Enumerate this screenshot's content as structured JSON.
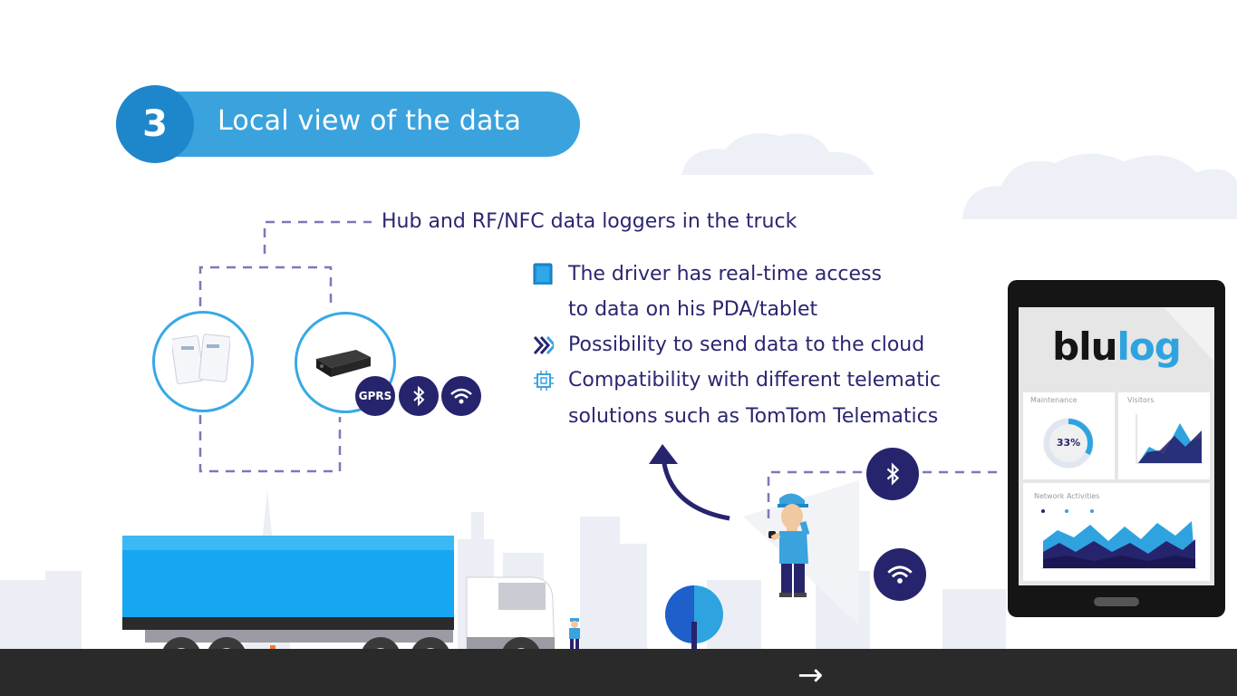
{
  "header": {
    "step_number": "3",
    "title": "Local view of the data"
  },
  "hub_caption": "Hub and RF/NFC data loggers in the truck",
  "features": [
    {
      "icon": "tablet-icon",
      "line1": "The driver has real-time access",
      "line2": "to data on his PDA/tablet"
    },
    {
      "icon": "chevron-right-icon",
      "line1": "Possibility to send data to the cloud"
    },
    {
      "icon": "chip-icon",
      "line1": "Compatibility with different telematic",
      "line2": "solutions such as TomTom Telematics"
    }
  ],
  "badges": {
    "gprs": "GPRS"
  },
  "tablet": {
    "logo_blu": "blu",
    "logo_log": "log",
    "maintenance_title": "Maintenance",
    "maintenance_value": "33%",
    "maintenance_fraction": 0.33,
    "visitors_title": "Visitors",
    "network_title": "Network Activities"
  },
  "colors": {
    "brand_blue": "#3aa3dd",
    "dark_navy": "#27246e",
    "truck_blue": "#16a7f2",
    "road": "#2a2a2a"
  }
}
